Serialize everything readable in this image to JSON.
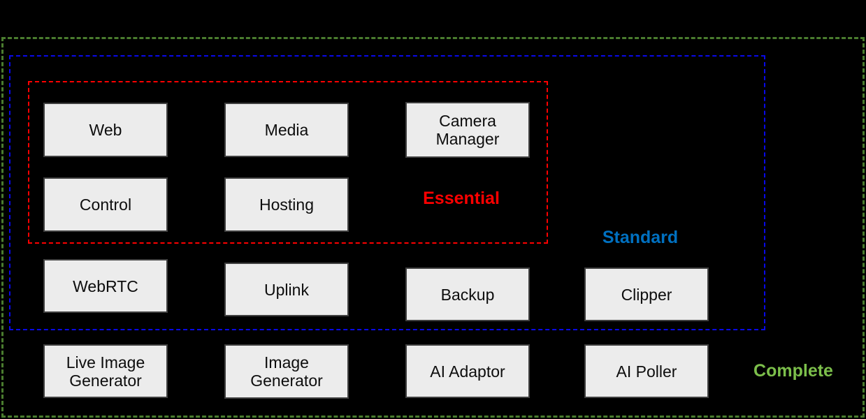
{
  "tiers": {
    "essential": {
      "label": "Essential",
      "color": "#fd0000",
      "border_color": "#fd0000"
    },
    "standard": {
      "label": "Standard",
      "color": "#0070c0",
      "border_color": "#0909e8"
    },
    "complete": {
      "label": "Complete",
      "color": "#7cbf4b",
      "border_color": "#4a7c2e"
    }
  },
  "modules": {
    "web": {
      "label": "Web"
    },
    "media": {
      "label": "Media"
    },
    "camera_manager": {
      "label": "Camera Manager"
    },
    "control": {
      "label": "Control"
    },
    "hosting": {
      "label": "Hosting"
    },
    "webrtc": {
      "label": "WebRTC"
    },
    "uplink": {
      "label": "Uplink"
    },
    "backup": {
      "label": "Backup"
    },
    "clipper": {
      "label": "Clipper"
    },
    "live_image_generator": {
      "label": "Live Image Generator"
    },
    "image_generator": {
      "label": "Image Generator"
    },
    "ai_adaptor": {
      "label": "AI Adaptor"
    },
    "ai_poller": {
      "label": "AI Poller"
    }
  },
  "colors": {
    "background": "#000000",
    "module_fill": "#ececec",
    "module_border": "#404040",
    "module_text": "#0d0d0d"
  }
}
